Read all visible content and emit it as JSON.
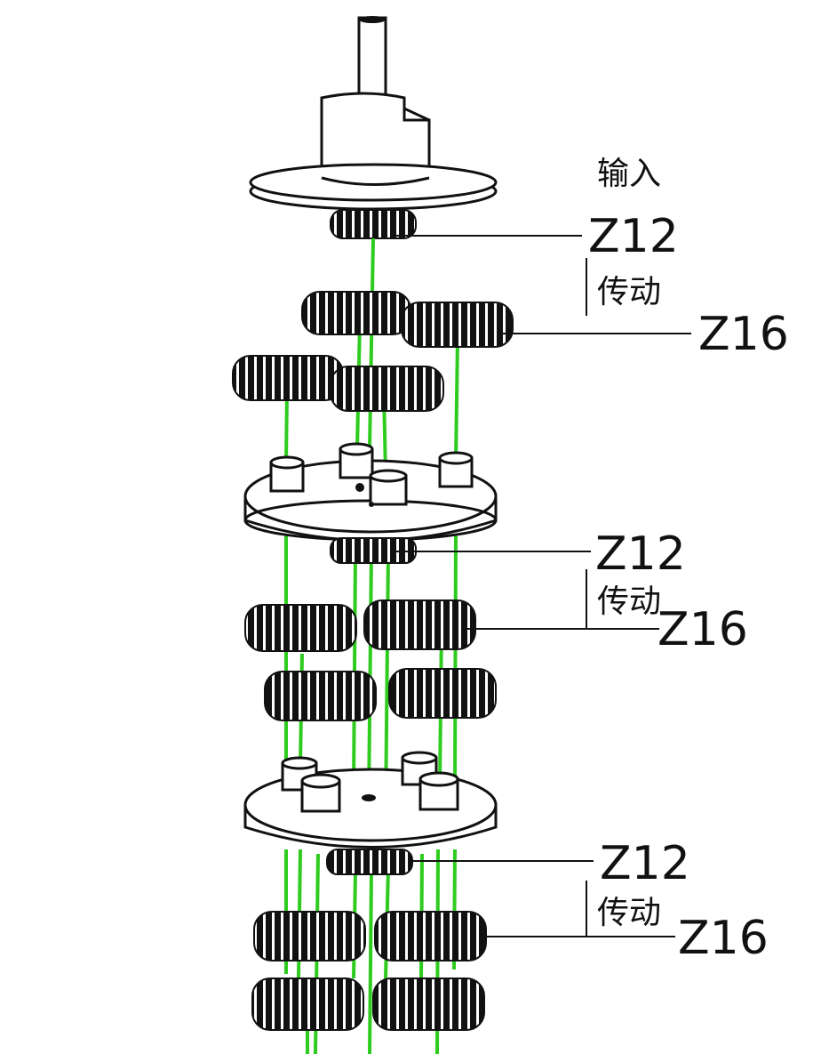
{
  "input_label": "输入",
  "stages": [
    {
      "pinion_label": "Z12",
      "transmission_label": "传动",
      "gear_label": "Z16"
    },
    {
      "pinion_label": "Z12",
      "transmission_label": "传动",
      "gear_label": "Z16"
    },
    {
      "pinion_label": "Z12",
      "transmission_label": "传动",
      "gear_label": "Z16"
    }
  ],
  "colors": {
    "shaft_line": "#2ecc1e",
    "gear": "#111111",
    "outline": "#111111",
    "background": "#ffffff"
  }
}
